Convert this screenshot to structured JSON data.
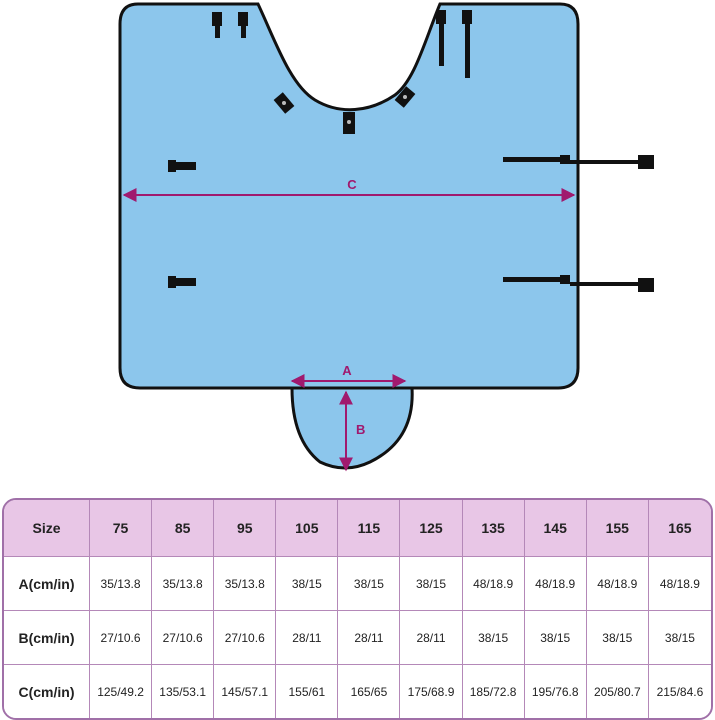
{
  "diagram": {
    "dimension_labels": {
      "a": "A",
      "b": "B",
      "c": "C"
    },
    "colors": {
      "fabric": "#8cc6ec",
      "outline": "#111111",
      "measure_line": "#a0196e",
      "table_header": "#e8c6e6",
      "table_border": "#b488b8"
    }
  },
  "table": {
    "header_label": "Size",
    "sizes": [
      "75",
      "85",
      "95",
      "105",
      "115",
      "125",
      "135",
      "145",
      "155",
      "165"
    ],
    "rows": [
      {
        "label": "A(cm/in)",
        "values": [
          "35/13.8",
          "35/13.8",
          "35/13.8",
          "38/15",
          "38/15",
          "38/15",
          "48/18.9",
          "48/18.9",
          "48/18.9",
          "48/18.9"
        ]
      },
      {
        "label": "B(cm/in)",
        "values": [
          "27/10.6",
          "27/10.6",
          "27/10.6",
          "28/11",
          "28/11",
          "28/11",
          "38/15",
          "38/15",
          "38/15",
          "38/15"
        ]
      },
      {
        "label": "C(cm/in)",
        "values": [
          "125/49.2",
          "135/53.1",
          "145/57.1",
          "155/61",
          "165/65",
          "175/68.9",
          "185/72.8",
          "195/76.8",
          "205/80.7",
          "215/84.6"
        ]
      }
    ]
  }
}
